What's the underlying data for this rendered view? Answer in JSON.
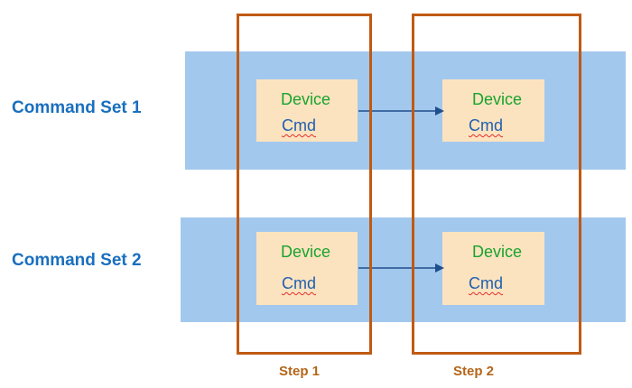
{
  "rows": [
    {
      "label": "Command Set 1",
      "step1": {
        "line1": "Device",
        "line2": "Cmd"
      },
      "step2": {
        "line1": "Device",
        "line2": "Cmd"
      }
    },
    {
      "label": "Command Set 2",
      "step1": {
        "line1": "Device",
        "line2": "Cmd"
      },
      "step2": {
        "line1": "Device",
        "line2": "Cmd"
      }
    }
  ],
  "steps": [
    {
      "label": "Step 1"
    },
    {
      "label": "Step 2"
    }
  ],
  "colors": {
    "band": "#a3c8ee",
    "box": "#fce3bf",
    "box_text": "#19a32f",
    "cmd_text": "#1f5fb0",
    "row_label": "#1a6fbe",
    "step_frame": "#c05a12",
    "step_label": "#b3661a",
    "arrow": "#1f4e8c"
  }
}
